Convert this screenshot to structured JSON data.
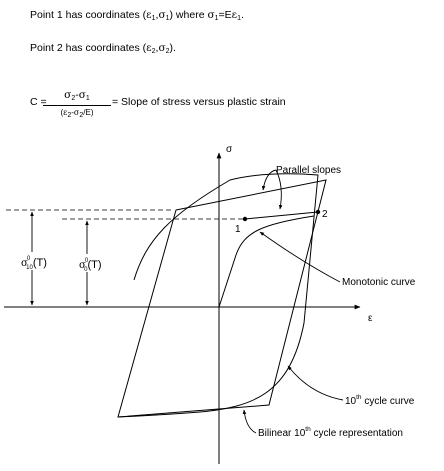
{
  "text": {
    "line1_prefix": "Point 1 has coordinates (",
    "eps": "ε",
    "sig": "σ",
    "sub1": "1",
    "sub2": "2",
    "comma": ",",
    "close_where": ") where ",
    "equals_E": "=E",
    "period": ".",
    "line2_prefix": "Point 2 has coordinates (",
    "close_period": ").",
    "C_eq": "C =",
    "num_minus": "-",
    "den_open": "(",
    "den_mid": "-",
    "den_tail": "/E)",
    "equals_slope": "= Slope of stress versus plastic strain"
  },
  "labels": {
    "sigma_axis": "σ",
    "eps_axis": "ε",
    "point1": "1",
    "point2": "2",
    "parallel_slopes": "Parallel slopes",
    "monotonic_curve": "Monotonic curve",
    "tenth_cycle_pre": "10",
    "tenth_cycle_sup": "th",
    "tenth_cycle_post": " cycle curve",
    "bilinear_pre": "Bilinear 10",
    "bilinear_sup": "th",
    "bilinear_post": " cycle representation",
    "sigma10": "σ",
    "sigma10_sup": "0",
    "sigma10_sub": "10",
    "sigma10_tail": "(T)",
    "sigma0": "σ",
    "sigma0_sup": "0",
    "sigma0_sub": "0",
    "sigma0_tail": "(T)"
  },
  "colors": {
    "ink": "#000000",
    "background": "#ffffff"
  }
}
